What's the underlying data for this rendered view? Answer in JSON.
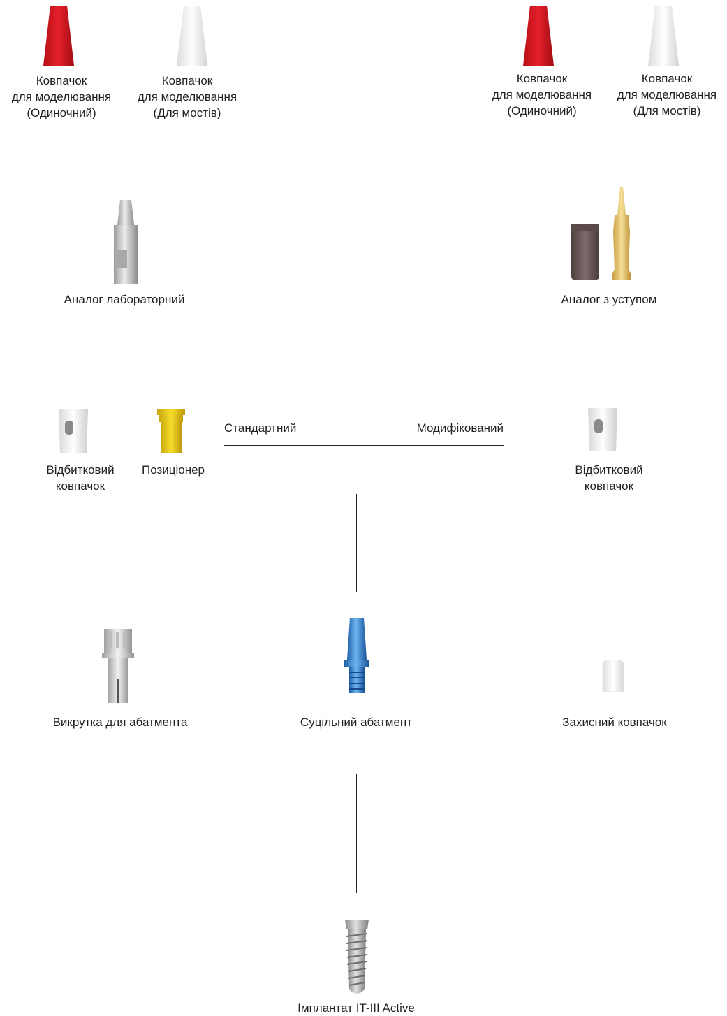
{
  "left": {
    "cap_single": [
      "Ковпачок",
      "для моделювання",
      "(Одиночний)"
    ],
    "cap_bridge": [
      "Ковпачок",
      "для моделювання",
      "(Для мостів)"
    ],
    "analog": "Аналог лабораторний",
    "impression_cap": [
      "Відбитковий",
      "ковпачок"
    ],
    "positioner": "Позиціонер"
  },
  "right": {
    "cap_single": [
      "Ковпачок",
      "для моделювання",
      "(Одиночний)"
    ],
    "cap_bridge": [
      "Ковпачок",
      "для моделювання",
      "(Для мостів)"
    ],
    "analog": "Аналог з уступом",
    "impression_cap": [
      "Відбитковий",
      "ковпачок"
    ]
  },
  "center": {
    "standard": "Стандартний",
    "modified": "Модифікований",
    "screwdriver": "Викрутка для абатмента",
    "abutment": "Суцільний абатмент",
    "protective_cap": "Захисний ковпачок",
    "implant": "Імплантат IT-III Active"
  },
  "colors": {
    "red_cap": "#d4161f",
    "white_cap": "#f2f2f2",
    "positioner": "#f0d21c",
    "abutment": "#3d8ed6",
    "gold_analog": "#e6c46a",
    "brown_analog": "#6e5a5a"
  }
}
